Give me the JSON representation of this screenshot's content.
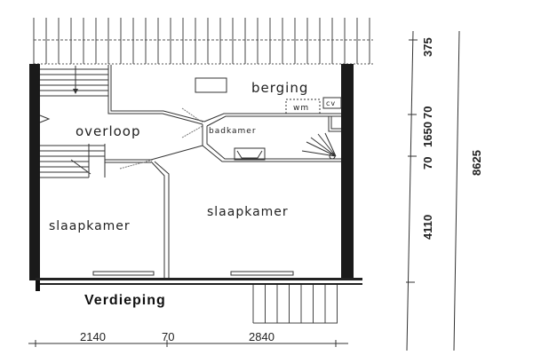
{
  "plan": {
    "title": "Verdieping",
    "rooms": {
      "berging": "berging",
      "overloop": "overloop",
      "badkamer": "badkamer",
      "slaapkamer_left": "slaapkamer",
      "slaapkamer_right": "slaapkamer"
    },
    "fixtures": {
      "wm": "wm",
      "cv": "cv"
    },
    "dimensions_horizontal": [
      "2140",
      "70",
      "2840"
    ],
    "dimensions_vertical": [
      "375",
      "70",
      "1650",
      "70",
      "4110"
    ],
    "dimension_total": "8625"
  }
}
